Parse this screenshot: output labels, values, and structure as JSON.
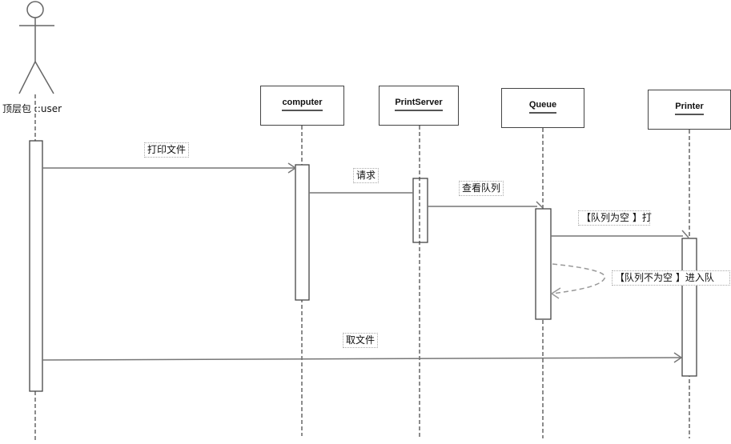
{
  "actor": {
    "name": "顶层包 ::user"
  },
  "objects": [
    {
      "id": "computer",
      "name": "computer"
    },
    {
      "id": "printserver",
      "name": "PrintServer"
    },
    {
      "id": "queue",
      "name": "Queue"
    },
    {
      "id": "printer",
      "name": "Printer"
    }
  ],
  "messages": [
    {
      "from": "user",
      "to": "computer",
      "label": "打印文件",
      "style": "solid"
    },
    {
      "from": "computer",
      "to": "printserver",
      "label": "请求",
      "style": "solid"
    },
    {
      "from": "printserver",
      "to": "queue",
      "label": "查看队列",
      "style": "solid"
    },
    {
      "from": "queue",
      "to": "printer",
      "label": "【队列为空 】打",
      "style": "solid"
    },
    {
      "from": "queue",
      "to": "queue",
      "label": "【队列不为空 】进入队",
      "style": "dashed-self"
    },
    {
      "from": "user",
      "to": "printer",
      "label": "取文件",
      "style": "solid"
    }
  ],
  "colors": {
    "line": "#555555",
    "dashed": "#999999"
  }
}
